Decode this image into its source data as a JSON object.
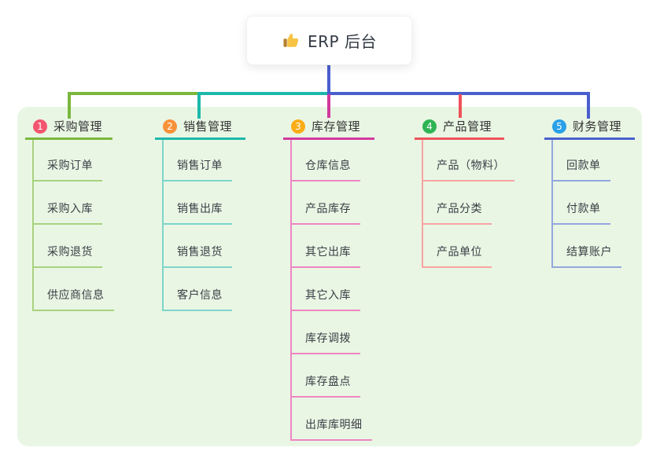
{
  "root": {
    "title": "ERP 后台",
    "icon": "thumbs-up-icon",
    "line_color": "#4a5fce"
  },
  "canvas": {
    "panel_bg": "#e9f6e4"
  },
  "branches": [
    {
      "number": "1",
      "label": "采购管理",
      "badge_color": "#f4566f",
      "line_color": "#7ab73d",
      "child_line_color": "#a8d37e",
      "children": [
        "采购订单",
        "采购入库",
        "采购退货",
        "供应商信息"
      ]
    },
    {
      "number": "2",
      "label": "销售管理",
      "badge_color": "#f8923a",
      "line_color": "#1cb8ab",
      "child_line_color": "#7dd5c9",
      "children": [
        "销售订单",
        "销售出库",
        "销售退货",
        "客户信息"
      ]
    },
    {
      "number": "3",
      "label": "库存管理",
      "badge_color": "#fbac16",
      "line_color": "#d2399e",
      "child_line_color": "#ee86c2",
      "children": [
        "仓库信息",
        "产品库存",
        "其它出库",
        "其它入库",
        "库存调拨",
        "库存盘点",
        "出库库明细"
      ]
    },
    {
      "number": "4",
      "label": "产品管理",
      "badge_color": "#2fb454",
      "line_color": "#ee525a",
      "child_line_color": "#f7a3a3",
      "children": [
        "产品（物料）",
        "产品分类",
        "产品单位"
      ]
    },
    {
      "number": "5",
      "label": "财务管理",
      "badge_color": "#29a0e8",
      "line_color": "#4a5fce",
      "child_line_color": "#94a6de",
      "children": [
        "回款单",
        "付款单",
        "结算账户"
      ]
    }
  ]
}
